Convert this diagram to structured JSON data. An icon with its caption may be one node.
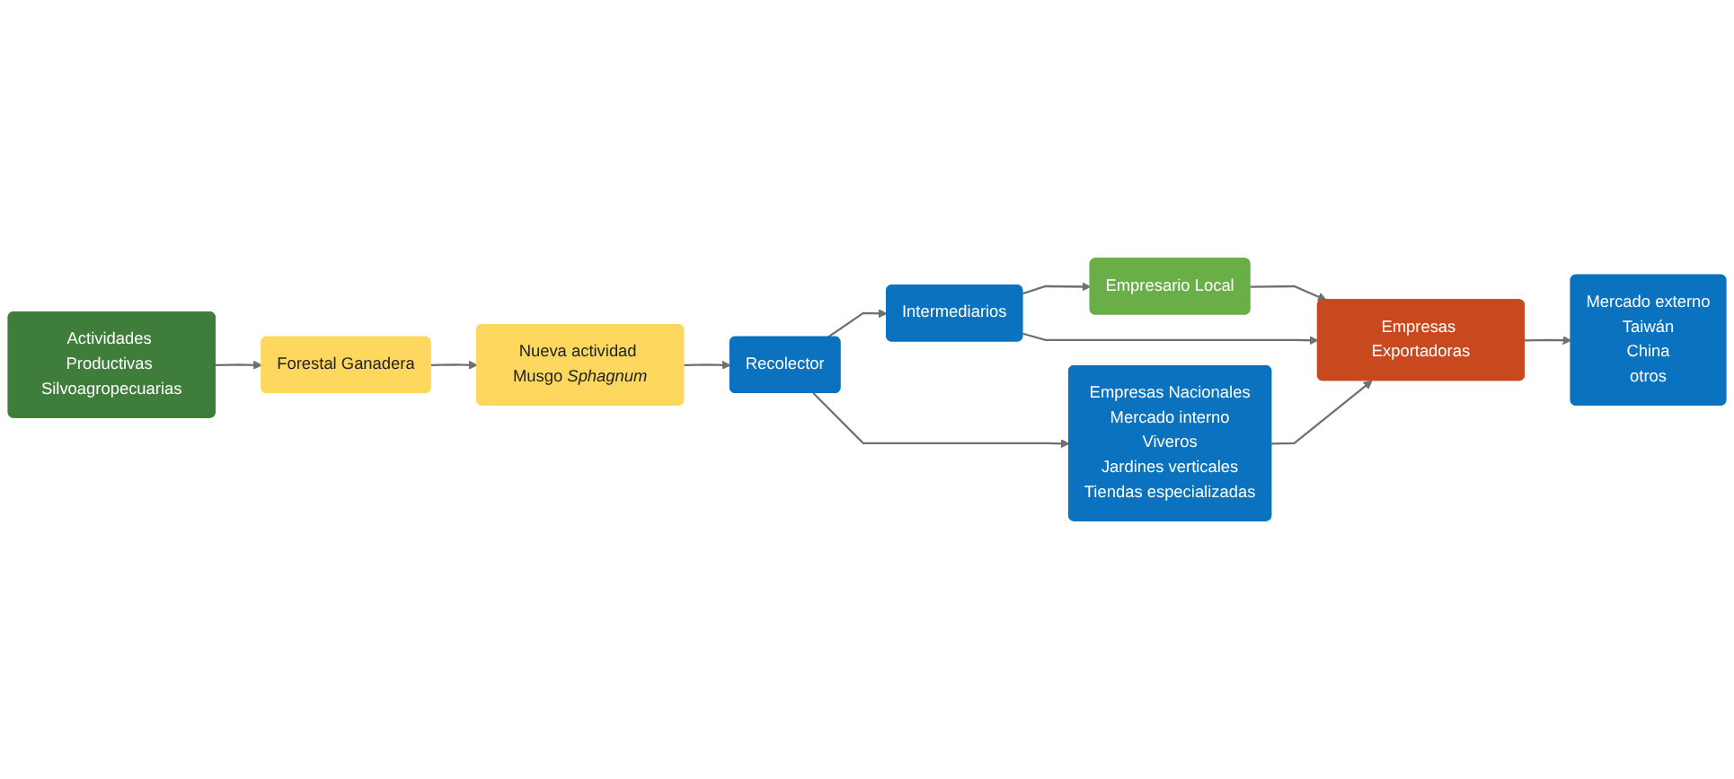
{
  "diagram": {
    "nodes": [
      {
        "text": [
          "Actividades Productivas Silvoagropecuarias"
        ]
      },
      {
        "text": [
          "Forestal Ganadera"
        ]
      },
      {
        "text": [
          "Nueva actividad Musgo *Sphagnum*"
        ]
      },
      {
        "text": [
          "Recolector"
        ]
      },
      {
        "text": [
          "Intermediarios"
        ]
      },
      {
        "text": [
          "Empresario Local"
        ]
      },
      {
        "text": [
          "Empresas Exportadoras"
        ]
      },
      {
        "text": [
          "Mercado externo",
          "Taiwán",
          "China",
          "otros"
        ]
      },
      {
        "text": [
          "Empresas Nacionales",
          "Mercado interno",
          "Viveros",
          "Jardines verticales",
          "Tiendas especializadas"
        ]
      }
    ],
    "edges": [
      {
        "from": 0,
        "to": 1,
        "arrow": "to"
      },
      {
        "from": 1,
        "to": 2,
        "arrow": "to"
      },
      {
        "from": 2,
        "to": 3,
        "arrow": "to"
      },
      {
        "from": 3,
        "to": 4,
        "arrow": "to"
      },
      {
        "from": 4,
        "to": 5,
        "arrow": "to"
      },
      {
        "from": 5,
        "to": 6,
        "arrow": "to"
      },
      {
        "from": 6,
        "to": 7,
        "arrow": "to"
      },
      {
        "from": 3,
        "to": 8,
        "arrow": "to"
      },
      {
        "from": 4,
        "to": 6,
        "arrow": "to"
      },
      {
        "from": 8,
        "to": 6,
        "arrow": "to"
      }
    ]
  }
}
